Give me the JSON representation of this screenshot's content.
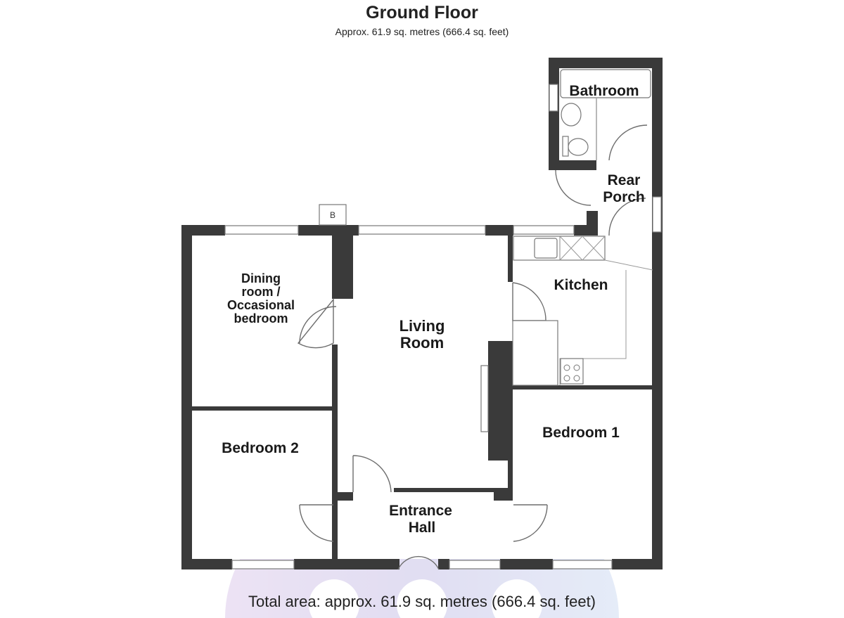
{
  "header": {
    "title": "Ground Floor",
    "subtitle": "Approx. 61.9 sq. metres (666.4 sq. feet)"
  },
  "rooms": {
    "bathroom": "Bathroom",
    "rear_porch_line1": "Rear",
    "rear_porch_line2": "Porch",
    "dining_line1": "Dining",
    "dining_line2": "room /",
    "dining_line3": "Occasional",
    "dining_line4": "bedroom",
    "living_line1": "Living",
    "living_line2": "Room",
    "kitchen": "Kitchen",
    "bedroom1": "Bedroom 1",
    "bedroom2": "Bedroom 2",
    "entrance_line1": "Entrance",
    "entrance_line2": "Hall"
  },
  "boiler_label": "B",
  "footer": {
    "total": "Total area: approx. 61.9 sq. metres (666.4 sq. feet)"
  },
  "colors": {
    "wall": "#3a3a3a",
    "watermark": "#d9cde8"
  }
}
